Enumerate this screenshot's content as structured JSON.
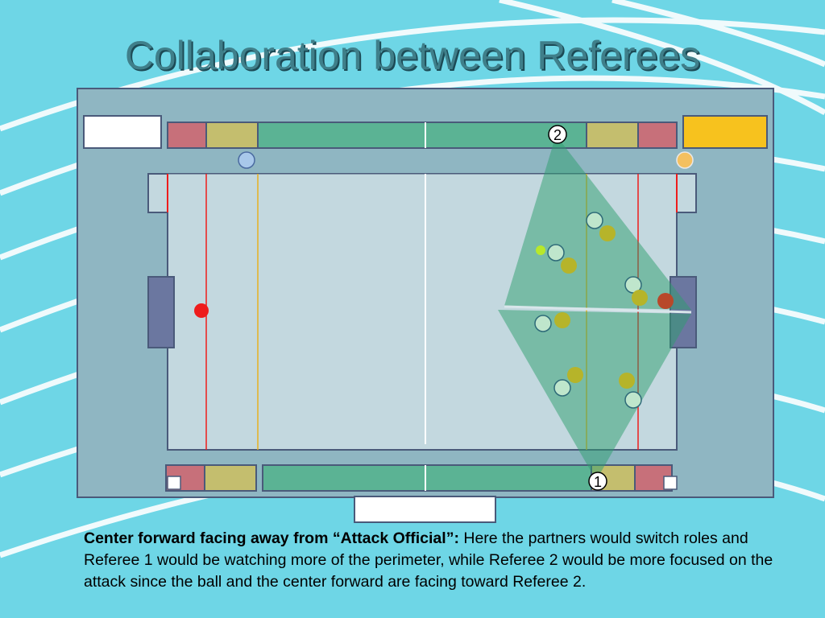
{
  "slide": {
    "title": "Collaboration between Referees",
    "caption_bold": "Center forward facing away from “Attack Official”:",
    "caption_text": " Here the partners would switch roles and Referee 1 would be watching more of the perimeter, while Referee 2 would be more focused on the attack since the ball and the center forward are facing toward Referee 2."
  },
  "referees": [
    {
      "label": "1"
    },
    {
      "label": "2"
    }
  ],
  "colors": {
    "background": "#6ed6e6",
    "pool_surround": "#8fb6c2",
    "water": "#c3d8df",
    "zone_red": "#c7707a",
    "zone_yellow": "#c4be6e",
    "zone_green": "#5bb394",
    "goal": "#6b77a0",
    "table_yellow": "#f7c21e",
    "vision_cone": "#2e9e6e",
    "player_light": "#bfe6cc",
    "player_olive": "#b6b42a",
    "ball": "#ee1c1c",
    "center_forward": "#b8482a"
  }
}
